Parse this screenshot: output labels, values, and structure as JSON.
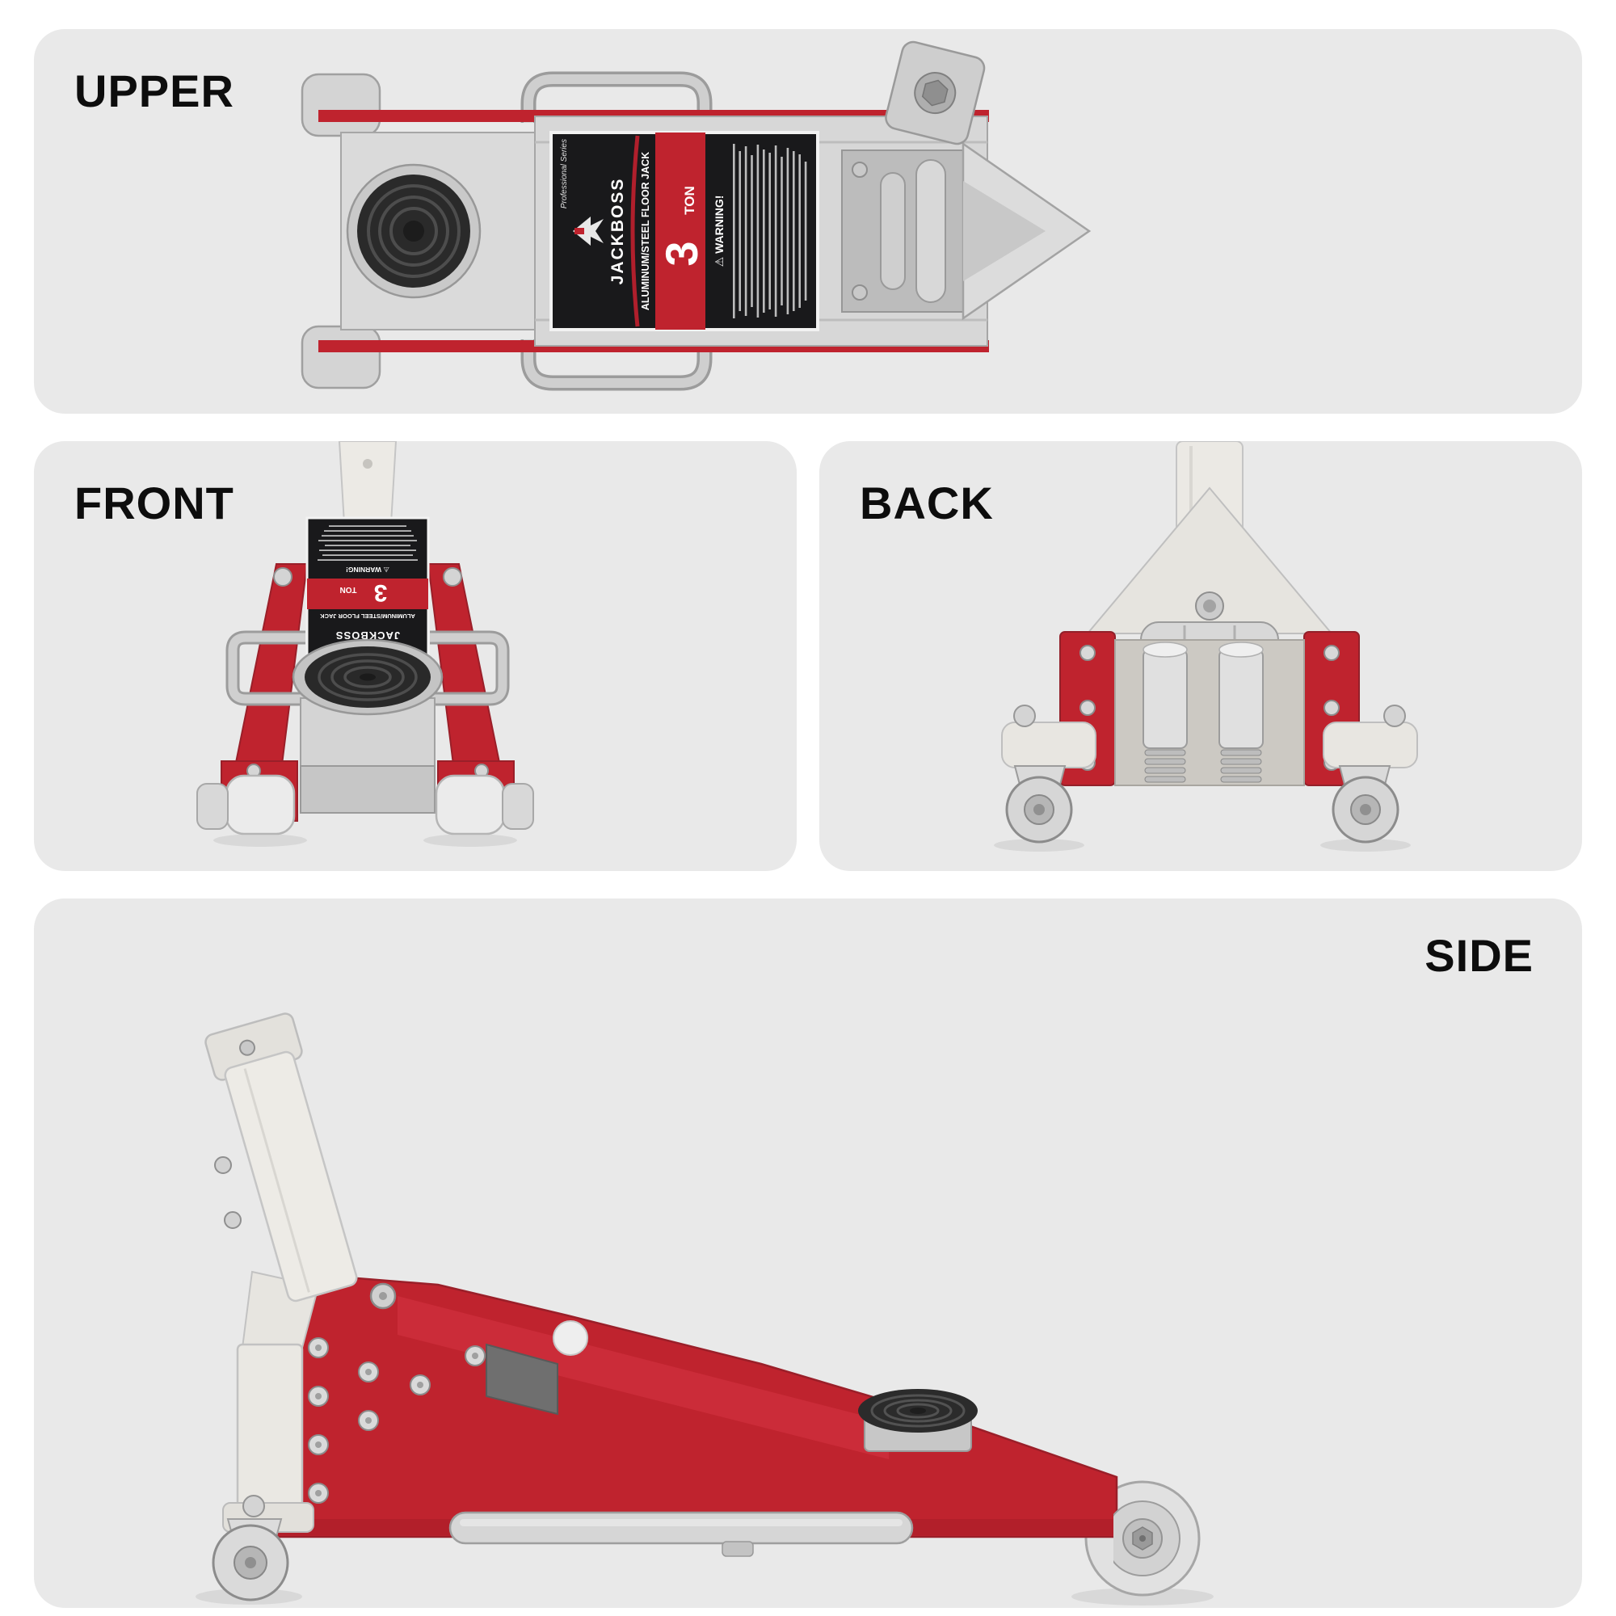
{
  "page": {
    "background": "#ffffff",
    "panel_background": "#e9e9e9"
  },
  "panels": {
    "upper": {
      "label": "UPPER"
    },
    "front": {
      "label": "FRONT"
    },
    "back": {
      "label": "BACK"
    },
    "side": {
      "label": "SIDE"
    }
  },
  "product": {
    "brand": "JACKBOSS",
    "series": "Professional Series",
    "name": "ALUMINUM/STEEL FLOOR JACK",
    "capacity_value": "3",
    "capacity_unit": "TON",
    "warning_heading": "⚠ WARNING!"
  },
  "colors": {
    "jack_red": "#bf232e",
    "label_dark": "#19191b",
    "silver": "#d6d6d6",
    "ivory": "#ece9e4",
    "pad_black": "#2a2a2a"
  }
}
